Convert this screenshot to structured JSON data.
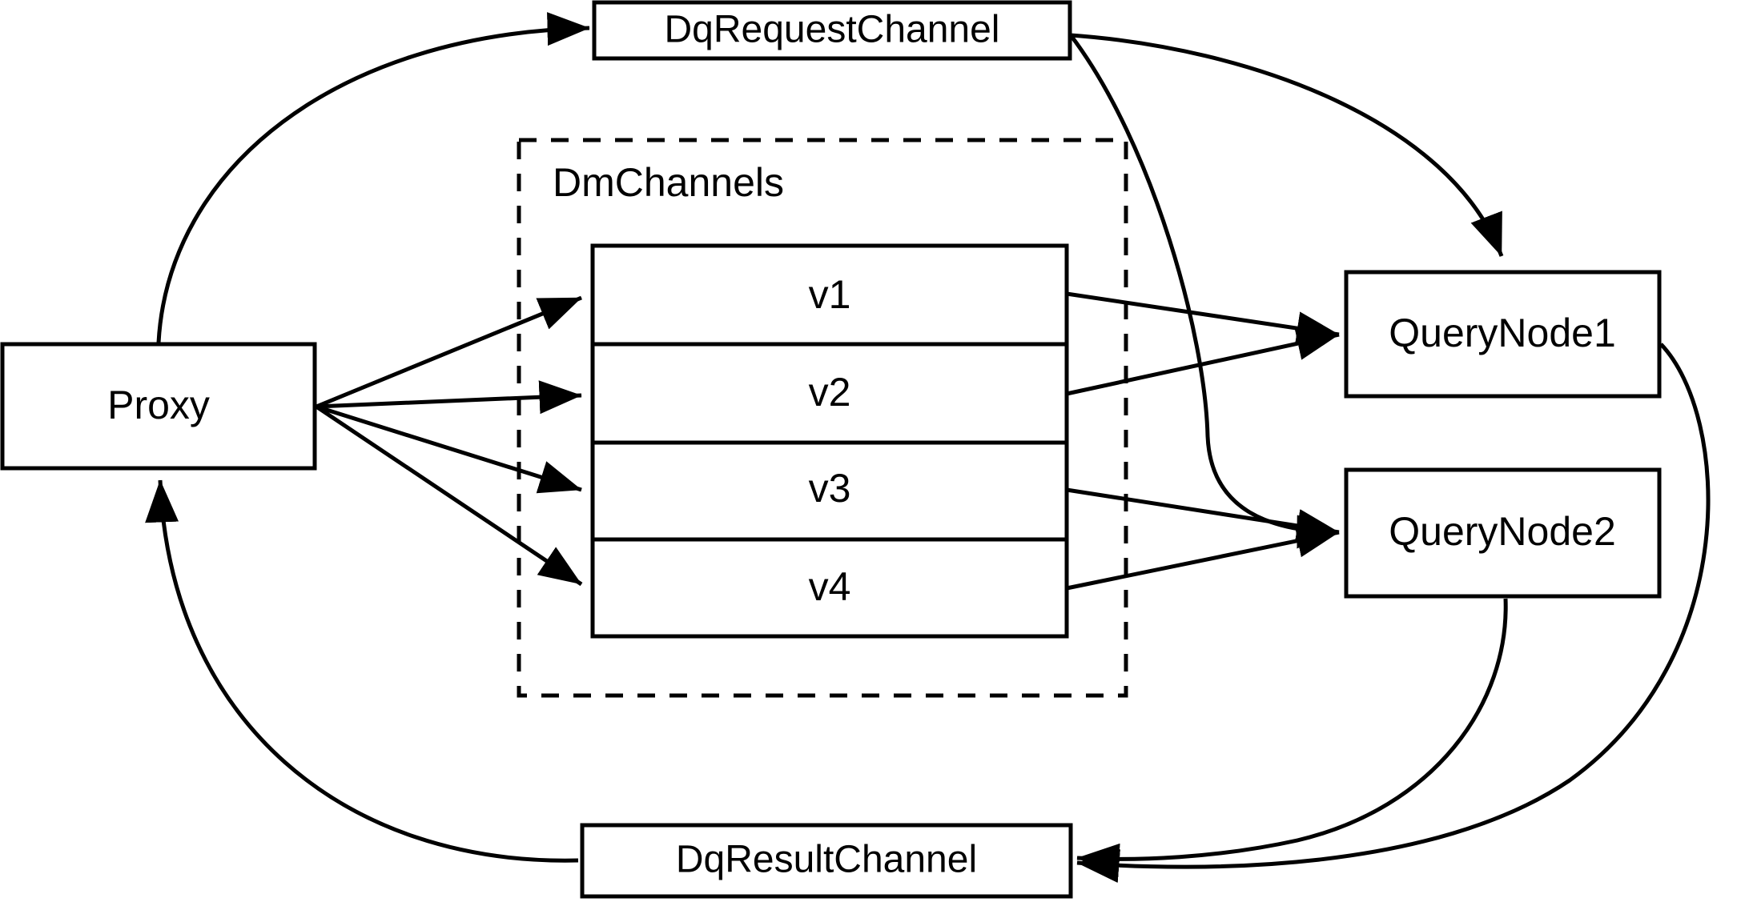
{
  "diagram": {
    "title": "Milvus distributed query channel flow",
    "colors": {
      "stroke": "#000000",
      "fill": "#ffffff",
      "background": "#ffffff"
    },
    "nodes": {
      "proxy": {
        "label": "Proxy"
      },
      "dq_request_channel": {
        "label": "DqRequestChannel"
      },
      "dq_result_channel": {
        "label": "DqResultChannel"
      },
      "query_node_1": {
        "label": "QueryNode1"
      },
      "query_node_2": {
        "label": "QueryNode2"
      }
    },
    "group": {
      "label": "DmChannels",
      "style": "dashed",
      "channels": [
        {
          "label": "v1"
        },
        {
          "label": "v2"
        },
        {
          "label": "v3"
        },
        {
          "label": "v4"
        }
      ]
    },
    "edges": [
      {
        "from": "Proxy",
        "to": "DqRequestChannel",
        "style": "curved",
        "arrow": "to"
      },
      {
        "from": "Proxy",
        "to": "v1",
        "style": "straight",
        "arrow": "to"
      },
      {
        "from": "Proxy",
        "to": "v2",
        "style": "straight",
        "arrow": "to"
      },
      {
        "from": "Proxy",
        "to": "v3",
        "style": "straight",
        "arrow": "to"
      },
      {
        "from": "Proxy",
        "to": "v4",
        "style": "straight",
        "arrow": "to"
      },
      {
        "from": "v1",
        "to": "QueryNode1",
        "style": "straight",
        "arrow": "to"
      },
      {
        "from": "v2",
        "to": "QueryNode1",
        "style": "straight",
        "arrow": "to"
      },
      {
        "from": "v3",
        "to": "QueryNode2",
        "style": "straight",
        "arrow": "to"
      },
      {
        "from": "v4",
        "to": "QueryNode2",
        "style": "straight",
        "arrow": "to"
      },
      {
        "from": "DqRequestChannel",
        "to": "QueryNode1",
        "style": "curved",
        "arrow": "to"
      },
      {
        "from": "DqRequestChannel",
        "to": "QueryNode2",
        "style": "curved",
        "arrow": "to"
      },
      {
        "from": "QueryNode1",
        "to": "DqResultChannel",
        "style": "curved",
        "arrow": "to"
      },
      {
        "from": "QueryNode2",
        "to": "DqResultChannel",
        "style": "curved",
        "arrow": "to"
      },
      {
        "from": "DqResultChannel",
        "to": "Proxy",
        "style": "curved",
        "arrow": "to"
      }
    ]
  }
}
